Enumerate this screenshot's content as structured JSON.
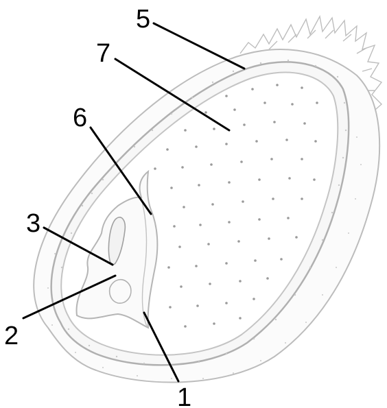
{
  "labels": {
    "l1": "1",
    "l2": "2",
    "l3": "3",
    "l5": "5",
    "l6": "6",
    "l7": "7"
  },
  "colors": {
    "outline": "#b8b8b8",
    "dots": "#9a9a9a",
    "line": "#000000",
    "background": "#ffffff"
  }
}
